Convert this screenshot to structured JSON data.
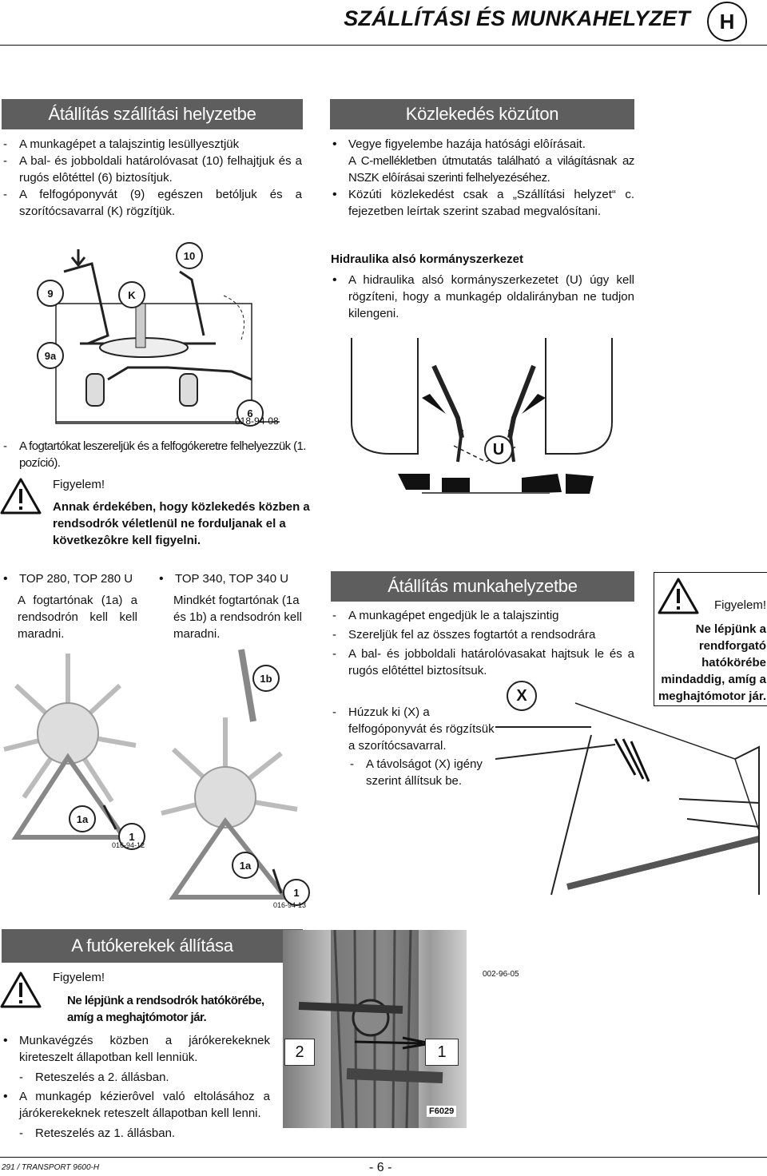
{
  "header": {
    "title": "SZÁLLÍTÁSI ÉS MUNKAHELYZET",
    "section_letter": "H"
  },
  "transport_section": {
    "heading": "Átállítás szállítási helyzetbe",
    "items": [
      "A munkagépet a talajszintig lesüllyesztjük",
      "A bal- és jobboldali határolóvasat (10) felhajtjuk és a rugós elôtéttel (6) biztosítjuk.",
      "A felfogóponyvát (9) egészen betóljuk és a szorítócsavarral (K) rögzítjük."
    ],
    "figure": {
      "labels": [
        "9",
        "K",
        "10",
        "9a",
        "6"
      ],
      "code": "018-94-08"
    },
    "after_item": "A fogtartókat leszereljük és a felfogókeretre felhelyezzük (1. pozíció).",
    "warning_title": "Figyelem!",
    "warning_text": "Annak érdekében, hogy közlekedés közben a rendsodrók véletlenül ne forduljanak el a következôkre kell figyelni."
  },
  "road_section": {
    "heading": "Közlekedés közúton",
    "items": [
      "Vegye figyelembe hazája hatósági elôírásait.",
      "A C-mellékletben útmutatás található a világításnak az NSZK elôírásai szerinti felhelyezéséhez.",
      "Közúti közlekedést csak a „Szállítási helyzet“ c. fejezetben leírtak szerint szabad megvalósítani."
    ]
  },
  "hydraulic_section": {
    "heading": "Hidraulika alsó kormányszerkezet",
    "item": "A hidraulika alsó kormányszerkezetet (U) úgy kell rögzíteni, hogy a munkagép oldalirányban ne tudjon kilengeni.",
    "figure_label": "U"
  },
  "top280": {
    "title": "TOP 280, TOP 280 U",
    "text": "A fogtartónak (1a) a rendsodrón kell kell maradni.",
    "figure": {
      "labels": [
        "1a",
        "1"
      ],
      "code": "016-94-12"
    }
  },
  "top340": {
    "title": "TOP 340, TOP 340 U",
    "text": "Mindkét fogtartónak (1a és 1b) a rendsodrón kell maradni.",
    "figure": {
      "labels": [
        "1b",
        "1a",
        "1"
      ],
      "code": "016-94-13"
    }
  },
  "work_section": {
    "heading": "Átállítás munkahelyzetbe",
    "items": [
      "A munkagépet engedjük le a talajszintig",
      "Szereljük fel az összes fogtartót a rendsodrára",
      "A bal- és jobboldali határolóvasakat hajtsuk le és a rugós elôtéttel biztosítsuk.",
      "Húzzuk ki (X) a felfogóponyvát és rögzítsük a szorítócsavarral."
    ],
    "sub_item": "A távolságot (X) igény szerint állítsuk be.",
    "figure_label": "X",
    "figure_code": "002-96-05"
  },
  "side_warning": {
    "title": "Figyelem!",
    "text": "Ne lépjünk a rendforgató hatókörébe mindaddig, amíg a meghajtómotor jár."
  },
  "wheels_section": {
    "heading": "A futókerekek állítása",
    "warning_title": "Figyelem!",
    "warning_text": "Ne lépjünk a rendsodrók hatókörébe, amíg a meghajtómotor jár.",
    "items": [
      "Munkavégzés közben a járókerekeknek kireteszelt állapotban kell lenniük.",
      "A munkagép kézierôvel való eltolásához a járókerekeknek reteszelt állapotban kell lenni."
    ],
    "sub_items": [
      "Reteszelés a 2. állásban.",
      "Reteszelés az 1. állásban."
    ],
    "photo": {
      "label_left": "2",
      "label_right": "1",
      "code": "F6029"
    }
  },
  "footer": {
    "left": "291 / TRANSPORT 9600-H",
    "page": "- 6 -"
  }
}
